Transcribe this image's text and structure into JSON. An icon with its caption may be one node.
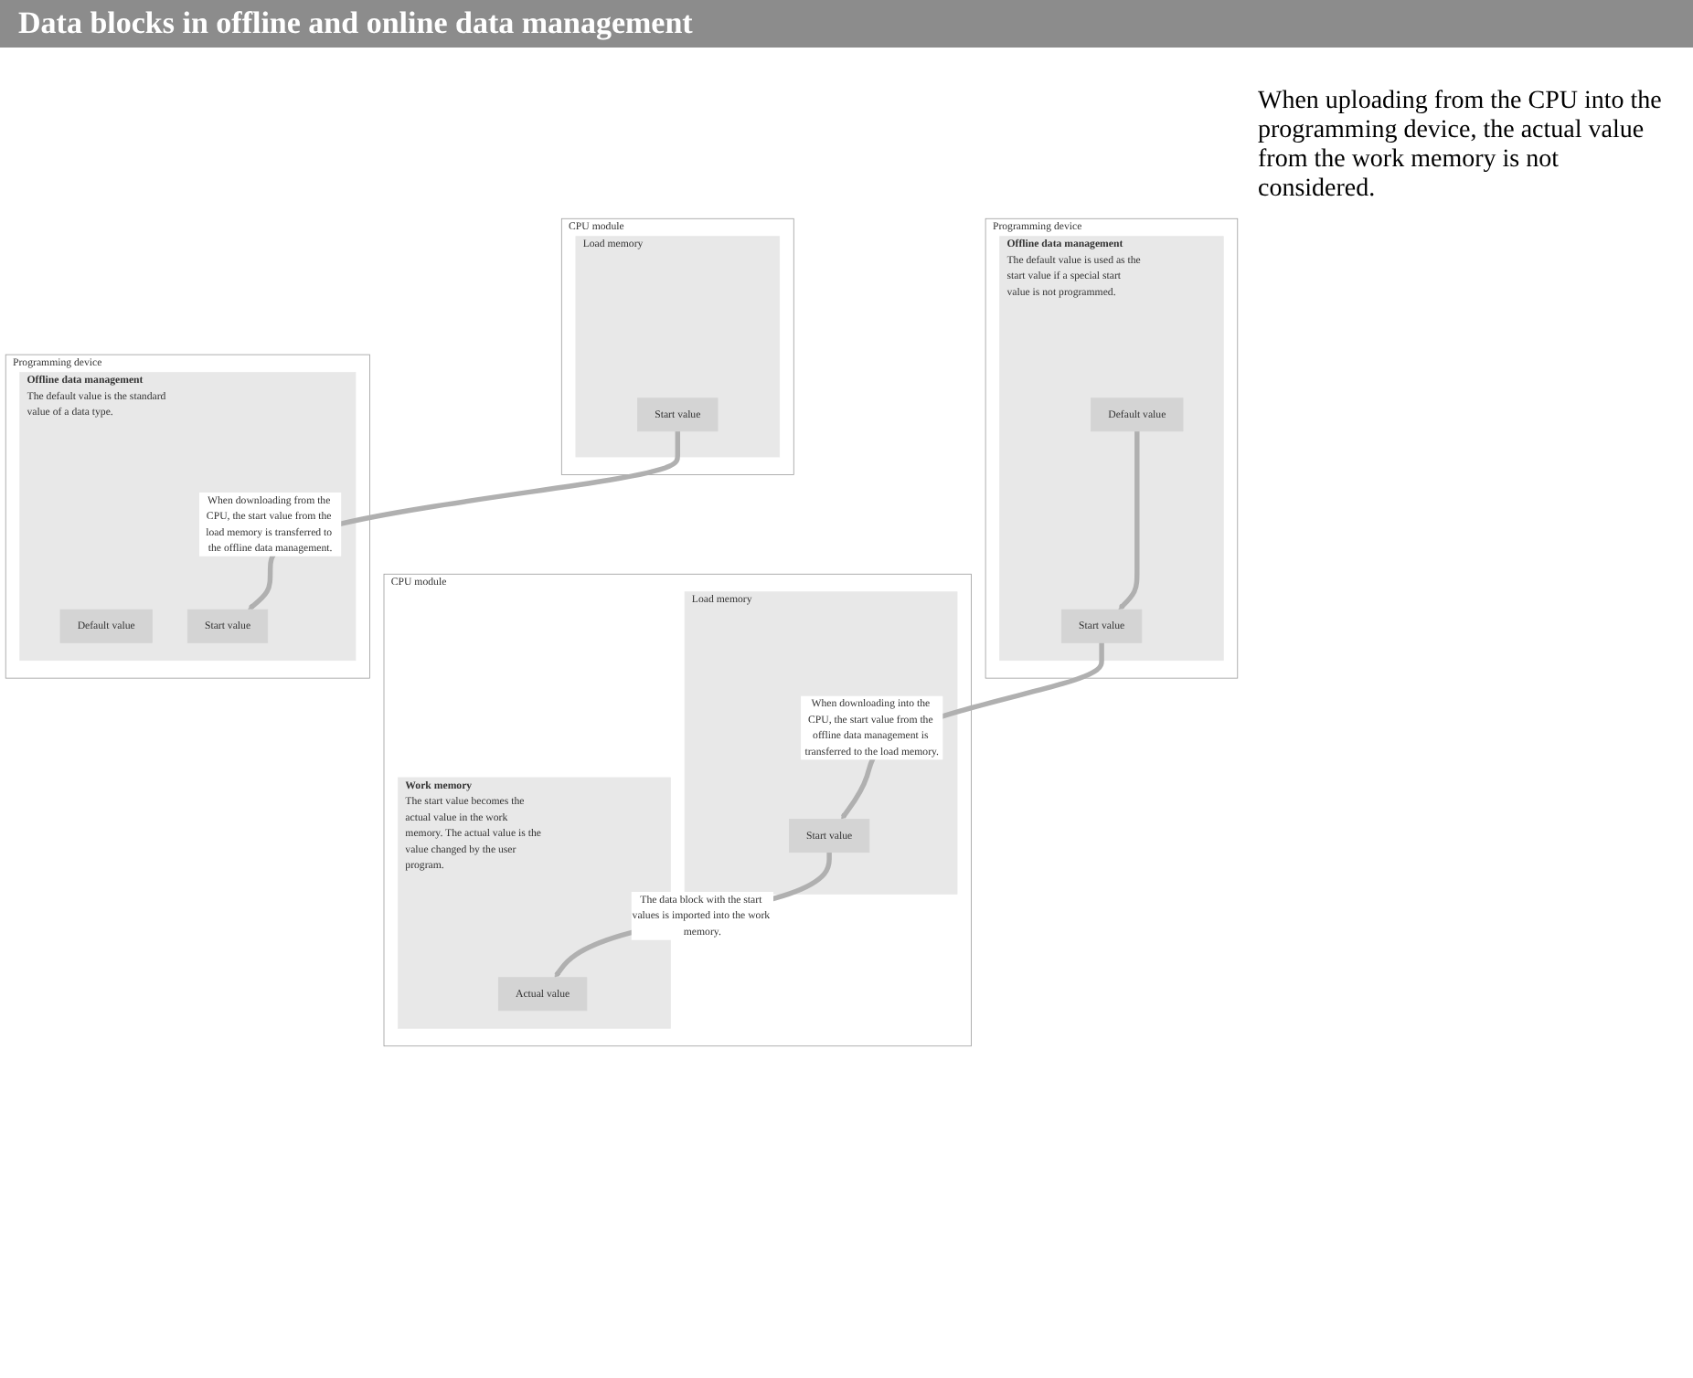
{
  "diagram": {
    "title": "Data blocks in offline and online data management",
    "nodes": [
      {
        "text": [
          "Programming device"
        ]
      },
      {
        "text": [
          "Offline data management",
          "The default value is used as the start value if a special start value is not programmed."
        ],
        "in": 0
      },
      {
        "text": [
          "Default value"
        ],
        "in": 1
      },
      {
        "text": [
          "Start value"
        ],
        "in": 1
      },
      {
        "text": [
          "CPU module"
        ]
      },
      {
        "text": [
          "Load memory"
        ],
        "in": 4
      },
      {
        "text": [
          "Start value"
        ],
        "in": 5
      },
      {
        "text": [
          "Work memory",
          "The start value becomes the actual value in the work memory. The actual value is the value changed by the user program."
        ],
        "in": 4
      },
      {
        "text": [
          "Actual value"
        ],
        "in": 7
      },
      {
        "text": [
          "Programming device"
        ]
      },
      {
        "text": [
          "Offline data management",
          "The default value is the standard value of a data type."
        ],
        "in": 9
      },
      {
        "text": [
          "Default value"
        ],
        "in": 10
      },
      {
        "text": [
          "Start value"
        ],
        "in": 10
      },
      {
        "text": [
          "CPU module"
        ]
      },
      {
        "text": [
          "Load memory"
        ],
        "in": 13
      },
      {
        "text": [
          "Start value"
        ],
        "in": 14
      }
    ],
    "edges": [
      {
        "from": 2,
        "to": 3,
        "arrow": "to"
      },
      {
        "from": 3,
        "to": 6,
        "arrow": "to",
        "label": "When downloading into the CPU, the start value from the offline data management is transferred to the load memory."
      },
      {
        "from": 6,
        "to": 8,
        "arrow": "to",
        "label": "The data block with the start values is imported into the work memory."
      },
      {
        "from": 15,
        "to": 12,
        "arrow": "to",
        "label": "When downloading from the CPU, the start value from the load memory is transferred to the offline data management."
      }
    ],
    "labels": [
      "When uploading from the CPU into the programming device, the actual value from the work memory is not considered."
    ]
  }
}
